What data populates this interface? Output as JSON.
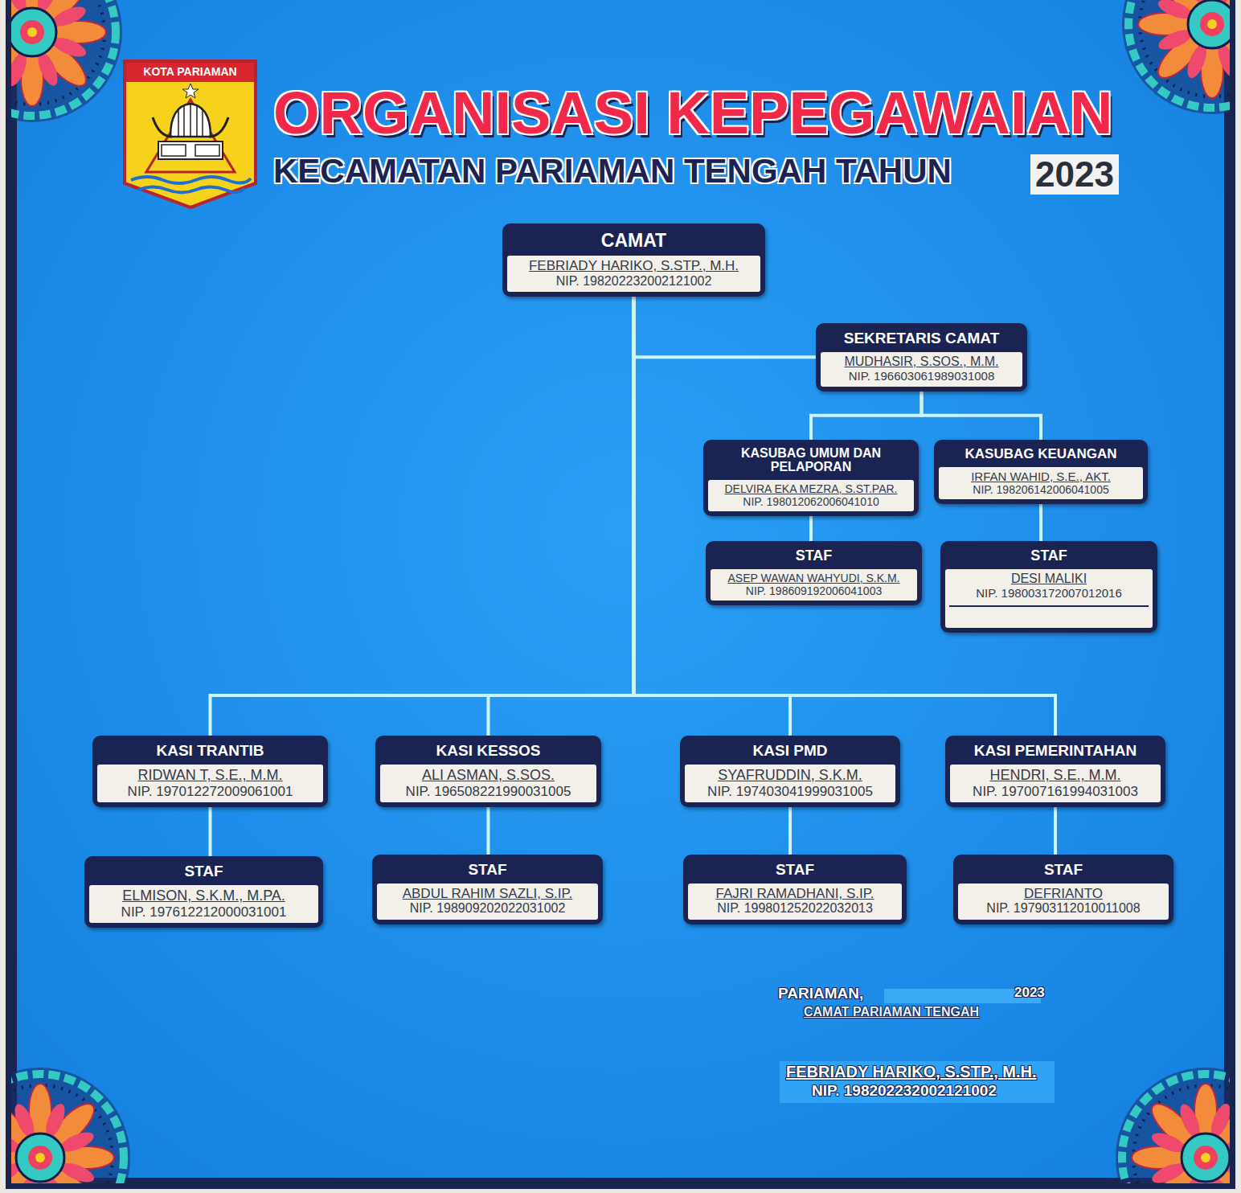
{
  "diagram": {
    "title": "ORGANISASI KEPEGAWAIAN",
    "nodes": [
      {
        "text": [
          "CAMAT",
          "FEBRIADY HARIKO, S.STP., M.H.",
          "NIP. 198202232002121002"
        ]
      },
      {
        "text": [
          "SEKRETARIS CAMAT",
          "MUDHASIR, S.SOS., M.M.",
          "NIP. 196603061989031008"
        ]
      },
      {
        "text": [
          "KASUBAG UMUM DAN PELAPORAN",
          "DELVIRA EKA MEZRA, S.ST.PAR.",
          "NIP. 198012062006041010"
        ]
      },
      {
        "text": [
          "KASUBAG KEUANGAN",
          "IRFAN WAHID, S.E., AKT.",
          "NIP. 198206142006041005"
        ]
      },
      {
        "text": [
          "STAF",
          "ASEP WAWAN WAHYUDI, S.K.M.",
          "NIP. 198609192006041003"
        ]
      },
      {
        "text": [
          "STAF",
          "DESI MALIKI",
          "NIP. 198003172007012016"
        ]
      },
      {
        "text": [
          "KASI TRANTIB",
          "RIDWAN T, S.E., M.M.",
          "NIP. 197012272009061001"
        ]
      },
      {
        "text": [
          "KASI KESSOS",
          "ALI ASMAN, S.SOS.",
          "NIP. 196508221990031005"
        ]
      },
      {
        "text": [
          "KASI PMD",
          "SYAFRUDDIN, S.K.M.",
          "NIP. 197403041999031005"
        ]
      },
      {
        "text": [
          "KASI PEMERINTAHAN",
          "HENDRI, S.E., M.M.",
          "NIP. 197007161994031003"
        ]
      },
      {
        "text": [
          "STAF",
          "ELMISON, S.K.M., M.PA.",
          "NIP. 197612212000031001"
        ]
      },
      {
        "text": [
          "STAF",
          "ABDUL RAHIM SAZLI, S.IP.",
          "NIP. 198909202022031002"
        ]
      },
      {
        "text": [
          "STAF",
          "FAJRI RAMADHANI, S.IP.",
          "NIP. 199801252022032013"
        ]
      },
      {
        "text": [
          "STAF",
          "DEFRIANTO",
          "NIP. 197903112010011008"
        ]
      }
    ],
    "edges": [
      {
        "from": 0,
        "to": 1,
        "arrow": "none"
      },
      {
        "from": 1,
        "to": 2,
        "arrow": "none"
      },
      {
        "from": 1,
        "to": 3,
        "arrow": "none"
      },
      {
        "from": 2,
        "to": 4,
        "arrow": "none"
      },
      {
        "from": 3,
        "to": 5,
        "arrow": "none"
      },
      {
        "from": 0,
        "to": 6,
        "arrow": "none"
      },
      {
        "from": 0,
        "to": 7,
        "arrow": "none"
      },
      {
        "from": 0,
        "to": 8,
        "arrow": "none"
      },
      {
        "from": 0,
        "to": 9,
        "arrow": "none"
      },
      {
        "from": 6,
        "to": 10,
        "arrow": "none"
      },
      {
        "from": 7,
        "to": 11,
        "arrow": "none"
      },
      {
        "from": 8,
        "to": 12,
        "arrow": "none"
      },
      {
        "from": 9,
        "to": 13,
        "arrow": "none"
      }
    ],
    "labels": [
      "KOTA PARIAMAN",
      "KECAMATAN PARIAMAN TENGAH TAHUN",
      "2023",
      "PARIAMAN,",
      "2023",
      "CAMAT PARIAMAN TENGAH",
      "FEBRIADY HARIKO, S.STP., M.H.",
      "NIP. 198202232002121002"
    ]
  }
}
